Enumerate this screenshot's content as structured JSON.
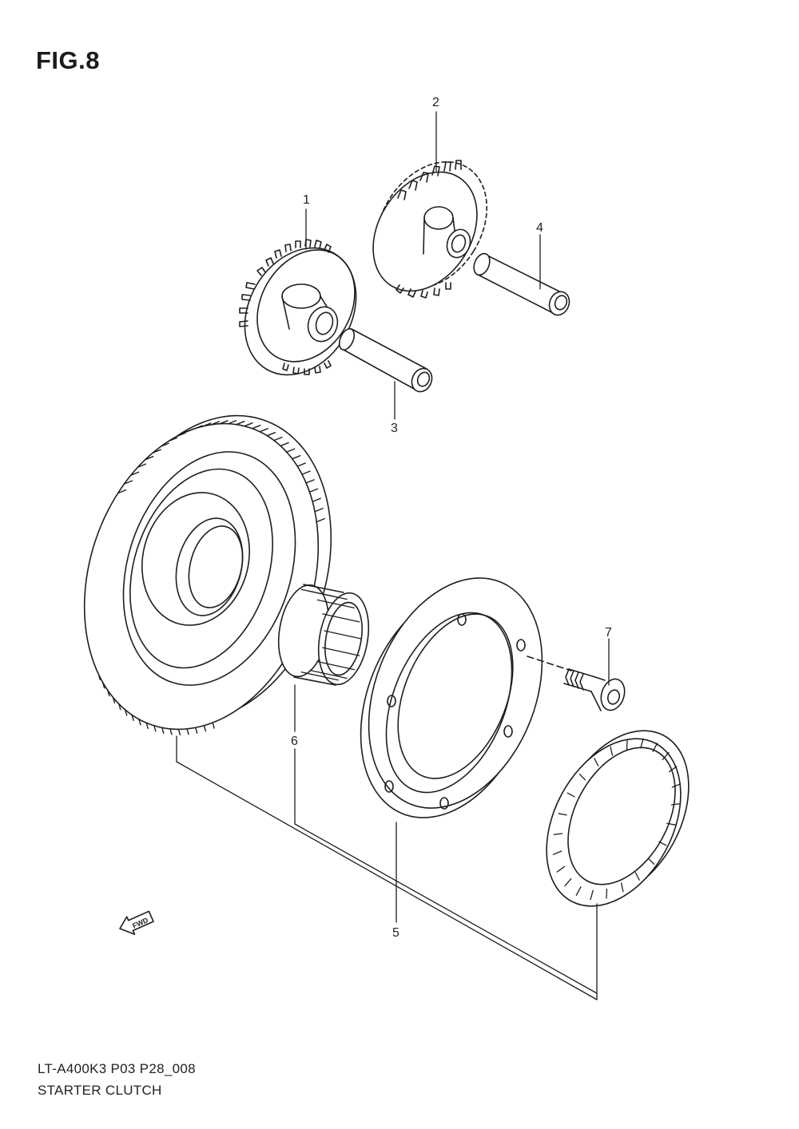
{
  "figure": {
    "title": "FIG.8"
  },
  "parts": [
    {
      "callout": "1"
    },
    {
      "callout": "2"
    },
    {
      "callout": "3"
    },
    {
      "callout": "4"
    },
    {
      "callout": "5"
    },
    {
      "callout": "6"
    },
    {
      "callout": "7"
    }
  ],
  "fwd_label": "FWD",
  "footer": {
    "model_code": "LT-A400K3  P03  P28_008",
    "section_title": "STARTER CLUTCH"
  },
  "colors": {
    "line": "#1e1e1e",
    "background": "#ffffff"
  }
}
